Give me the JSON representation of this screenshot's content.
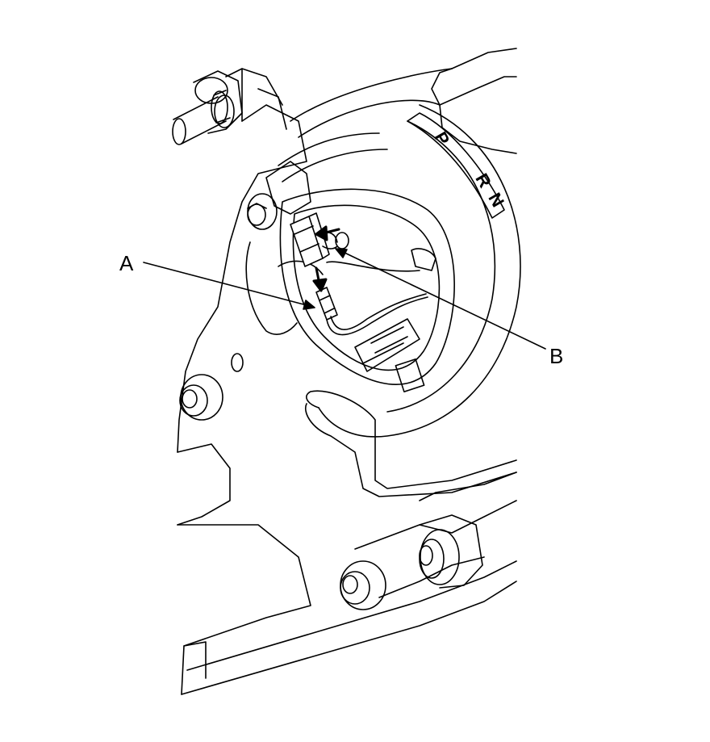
{
  "callouts": {
    "a": "A",
    "b": "B"
  },
  "shift_indicator": {
    "p": "P",
    "r": "R",
    "n": "N"
  },
  "colors": {
    "line": "#000000",
    "background": "#ffffff"
  }
}
